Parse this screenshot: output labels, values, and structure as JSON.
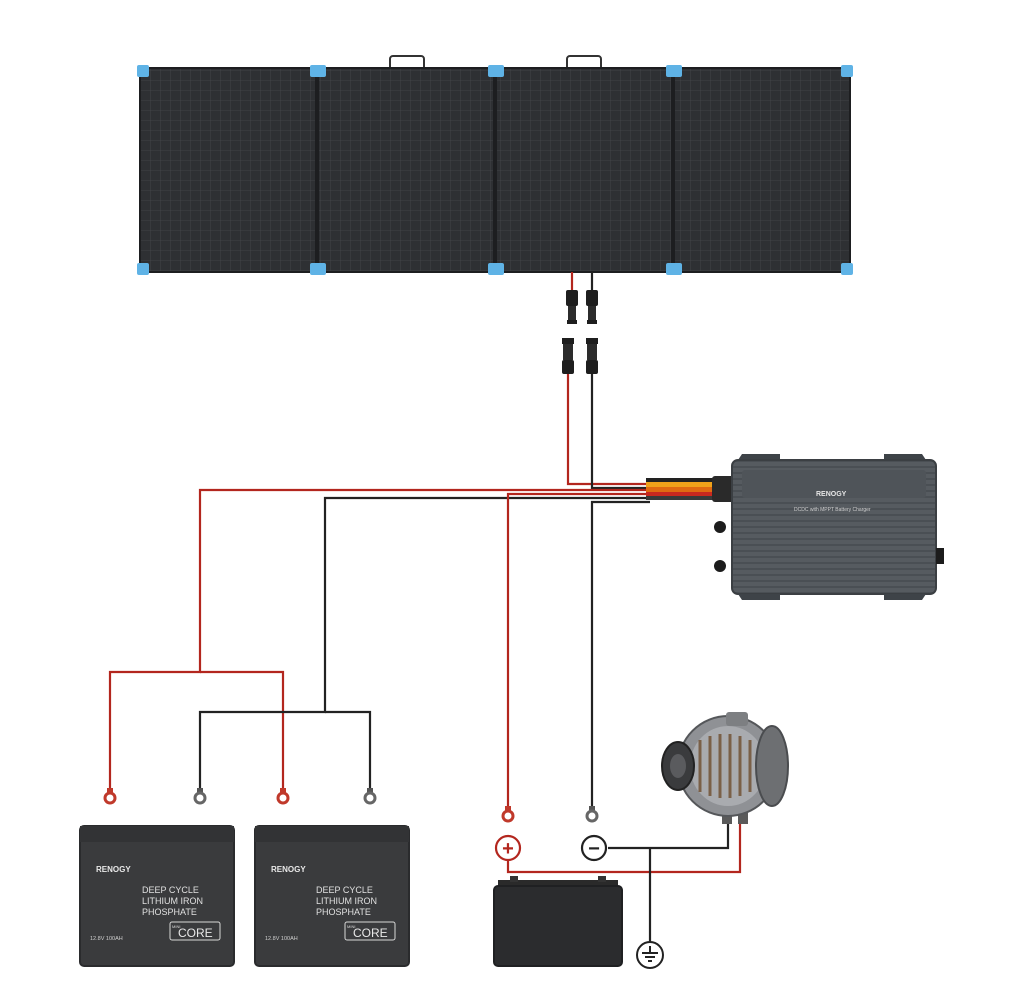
{
  "charger": {
    "brand": "RENOGY",
    "model_text": "DCDC with MPPT Battery Charger"
  },
  "batteries": [
    {
      "brand": "RENOGY",
      "line1": "DEEP CYCLE",
      "line2": "LITHIUM IRON",
      "line3": "PHOSPHATE",
      "spec": "12.8V 100AH",
      "badge_small": "MINI",
      "badge": "CORE"
    },
    {
      "brand": "RENOGY",
      "line1": "DEEP CYCLE",
      "line2": "LITHIUM IRON",
      "line3": "PHOSPHATE",
      "spec": "12.8V 100AH",
      "badge_small": "MINI",
      "badge": "CORE"
    }
  ],
  "terminals": {
    "positive_symbol": "+",
    "negative_symbol": "−"
  },
  "colors": {
    "positive_wire": "#b3261e",
    "negative_wire": "#222222",
    "panel_frame": "#5fb3e6",
    "panel_cell": "#2b2d30",
    "charger_body": "#4f5459",
    "battery_body": "#3a3b3d"
  }
}
